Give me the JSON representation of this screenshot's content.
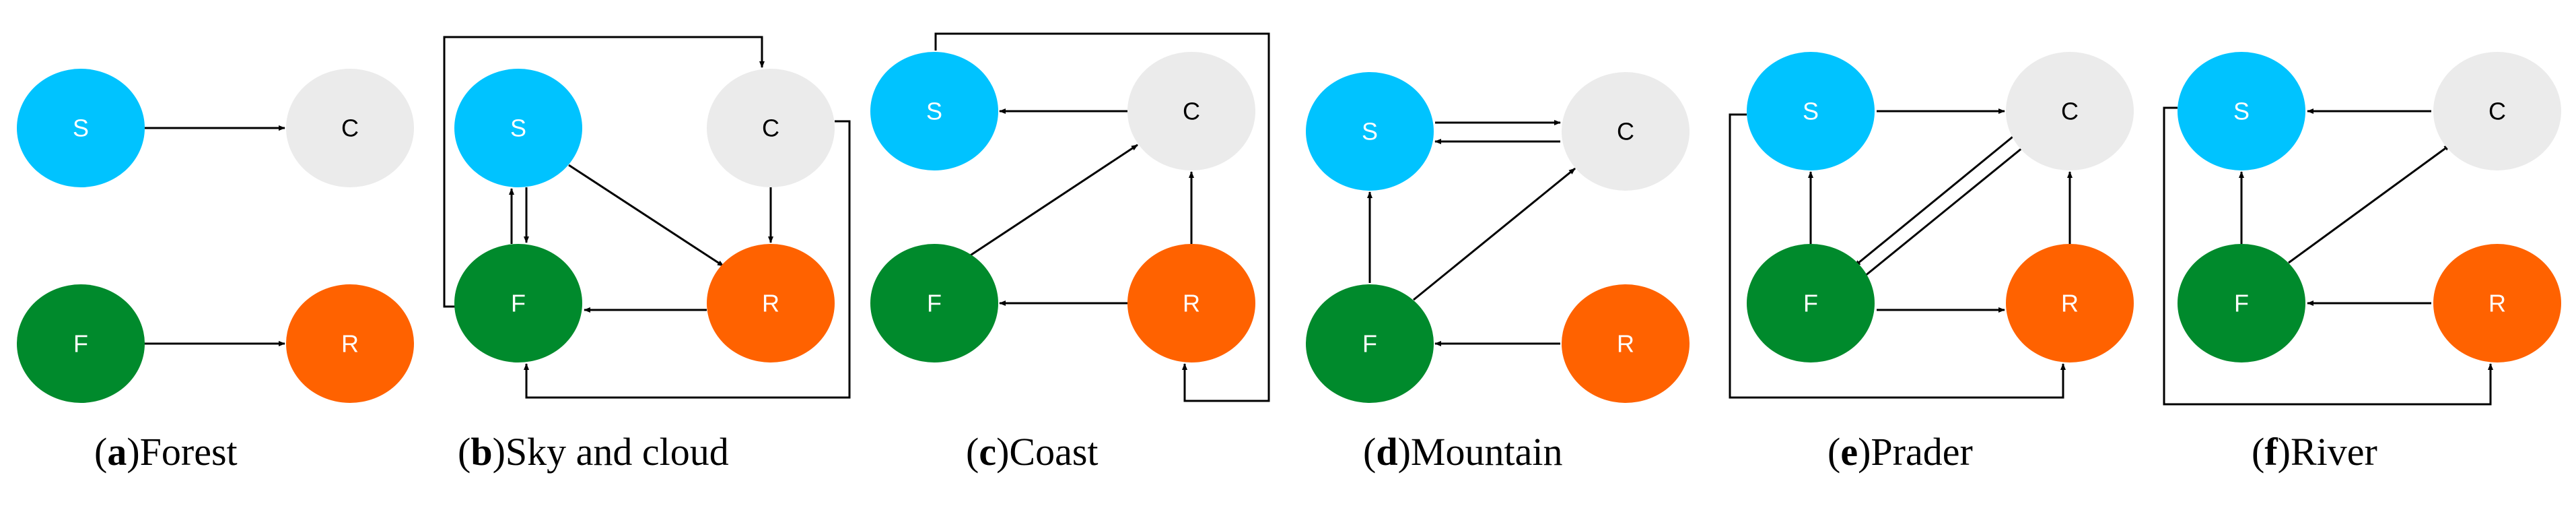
{
  "colors": {
    "S": "#00c3ff",
    "C": "#ebebeb",
    "F": "#008a2c",
    "R": "#ff6200"
  },
  "node_labels": {
    "S": "S",
    "C": "C",
    "F": "F",
    "R": "R"
  },
  "panels": [
    {
      "id": "a",
      "letter": "a",
      "title": "Forest",
      "edges": [
        {
          "from": "S",
          "to": "C"
        },
        {
          "from": "F",
          "to": "R"
        }
      ]
    },
    {
      "id": "b",
      "letter": "b",
      "title": "Sky and cloud",
      "edges": [
        {
          "from": "S",
          "to": "F"
        },
        {
          "from": "F",
          "to": "S"
        },
        {
          "from": "S",
          "to": "R"
        },
        {
          "from": "C",
          "to": "R"
        },
        {
          "from": "R",
          "to": "F"
        },
        {
          "from": "F",
          "to": "C"
        },
        {
          "from": "C",
          "to": "F"
        }
      ]
    },
    {
      "id": "c",
      "letter": "c",
      "title": "Coast",
      "edges": [
        {
          "from": "C",
          "to": "S"
        },
        {
          "from": "F",
          "to": "C"
        },
        {
          "from": "R",
          "to": "F"
        },
        {
          "from": "R",
          "to": "C"
        },
        {
          "from": "S",
          "to": "R"
        }
      ]
    },
    {
      "id": "d",
      "letter": "d",
      "title": "Mountain",
      "edges": [
        {
          "from": "S",
          "to": "C"
        },
        {
          "from": "C",
          "to": "S"
        },
        {
          "from": "F",
          "to": "S"
        },
        {
          "from": "F",
          "to": "C"
        },
        {
          "from": "R",
          "to": "F"
        }
      ]
    },
    {
      "id": "e",
      "letter": "e",
      "title": "Prader",
      "edges": [
        {
          "from": "S",
          "to": "C"
        },
        {
          "from": "F",
          "to": "S"
        },
        {
          "from": "F",
          "to": "C"
        },
        {
          "from": "C",
          "to": "F"
        },
        {
          "from": "F",
          "to": "R"
        },
        {
          "from": "R",
          "to": "C"
        },
        {
          "from": "S",
          "to": "R"
        }
      ]
    },
    {
      "id": "f",
      "letter": "f",
      "title": "River",
      "edges": [
        {
          "from": "C",
          "to": "S"
        },
        {
          "from": "F",
          "to": "S"
        },
        {
          "from": "F",
          "to": "C"
        },
        {
          "from": "R",
          "to": "F"
        },
        {
          "from": "S",
          "to": "R"
        }
      ]
    }
  ]
}
